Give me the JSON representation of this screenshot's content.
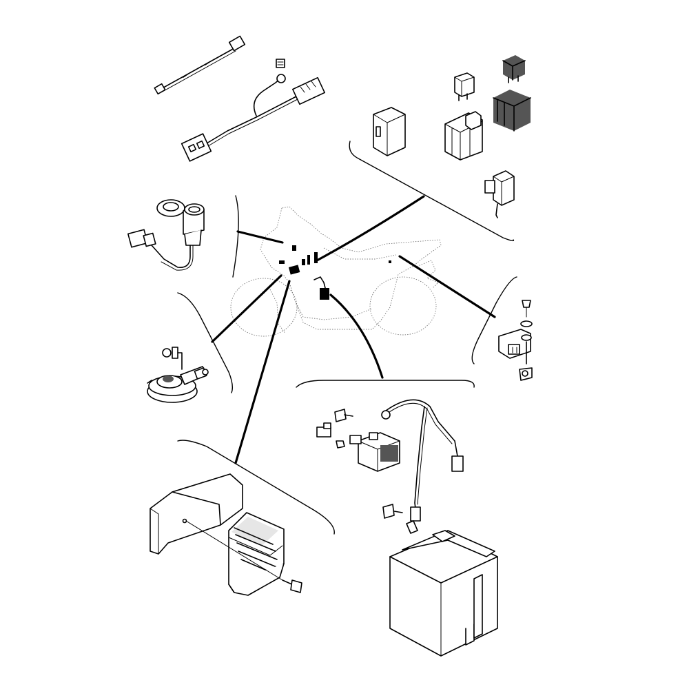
{
  "diagram": {
    "kind": "exploded-parts-view",
    "subject": "motorcycle-electrical-components",
    "background": "#ffffff",
    "ink": "#000000",
    "accent_dark": "#555555",
    "labels": []
  },
  "components": [
    {
      "id": "wire-harness-short",
      "icon": "wire-harness-icon"
    },
    {
      "id": "wire-harness-connector",
      "icon": "wire-harness-icon"
    },
    {
      "id": "relay-group",
      "icon": "relay-icon"
    },
    {
      "id": "socket-12v",
      "icon": "power-socket-icon"
    },
    {
      "id": "horn",
      "icon": "horn-icon"
    },
    {
      "id": "sensor-bracket",
      "icon": "sensor-icon"
    },
    {
      "id": "starter-relay-cable",
      "icon": "starter-relay-icon"
    },
    {
      "id": "rectifier-regulator",
      "icon": "regulator-icon"
    },
    {
      "id": "battery",
      "icon": "battery-icon"
    }
  ]
}
